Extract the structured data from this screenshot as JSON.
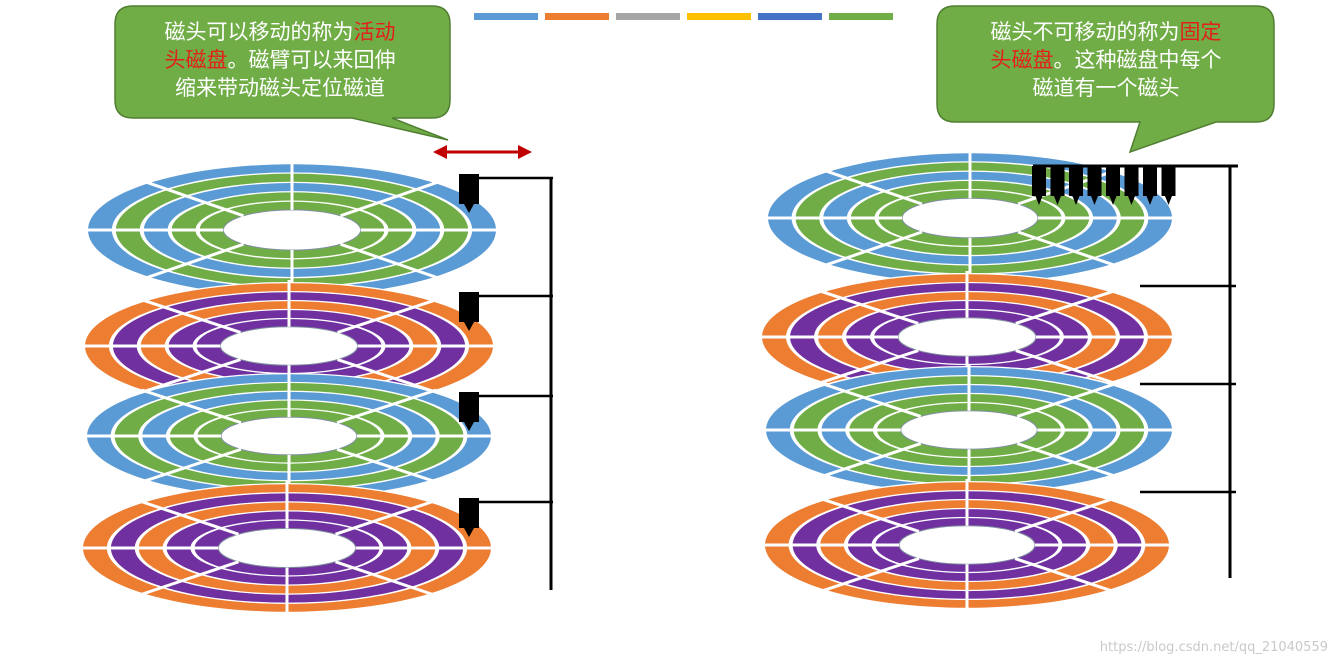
{
  "callouts": {
    "left": {
      "line1_a": "磁头可以移动的称为",
      "line1_b": "活动",
      "line2_a": "头磁盘",
      "line2_b": "。磁臂可以来回伸",
      "line3": "缩来带动磁头定位磁道"
    },
    "right": {
      "line1_a": "磁头不可移动的称为",
      "line1_b": "固定",
      "line2_a": "头磁盘",
      "line2_b": "。这种磁盘中每个",
      "line3": "磁道有一个磁头"
    }
  },
  "watermark": "https://blog.csdn.net/qq_21040559",
  "colors": {
    "blue": "#5b9bd5",
    "green": "#70ad47",
    "orange": "#ed7d31",
    "purple": "#7030a0",
    "gray": "#a5a5a5",
    "yellow": "#ffc000",
    "darkblue": "#4472c4",
    "callout_fill": "#70ad47",
    "callout_stroke": "#507e32",
    "highlight": "#e3201b",
    "arrow": "#c00000",
    "black": "#000000"
  },
  "palette_bar": [
    "#5b9bd5",
    "#ed7d31",
    "#a5a5a5",
    "#ffc000",
    "#4472c4",
    "#70ad47"
  ],
  "platter_schemes": {
    "blue_green": [
      "#5b9bd5",
      "#70ad47",
      "#5b9bd5",
      "#70ad47",
      "#70ad47"
    ],
    "orange_purple": [
      "#ed7d31",
      "#7030a0",
      "#ed7d31",
      "#7030a0",
      "#7030a0"
    ]
  }
}
